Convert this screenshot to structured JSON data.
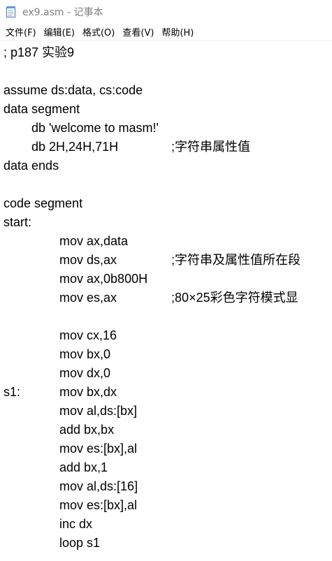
{
  "window": {
    "title": "ex9.asm - 记事本",
    "icon": "notepad-icon"
  },
  "menu": {
    "items": [
      {
        "label": "文件(F)"
      },
      {
        "label": "编辑(E)"
      },
      {
        "label": "格式(O)"
      },
      {
        "label": "查看(V)"
      },
      {
        "label": "帮助(H)"
      }
    ]
  },
  "editor": {
    "content": "; p187 实验9\n\nassume ds:data, cs:code\ndata segment\n\tdb 'welcome to masm!'\n\tdb 2H,24H,71H\t\t;字符串属性值\ndata ends\n\ncode segment\nstart:\n\t\tmov ax,data\n\t\tmov ds,ax\t\t;字符串及属性值所在段\n\t\tmov ax,0b800H\n\t\tmov es,ax\t\t;80×25彩色字符模式显\n\n\t\tmov cx,16\n\t\tmov bx,0\n\t\tmov dx,0\ns1:\t\tmov bx,dx\n\t\tmov al,ds:[bx]\n\t\tadd bx,bx\n\t\tmov es:[bx],al\n\t\tadd bx,1\n\t\tmov al,ds:[16]\n\t\tmov es:[bx],al\n\t\tinc dx\n\t\tloop s1"
  }
}
